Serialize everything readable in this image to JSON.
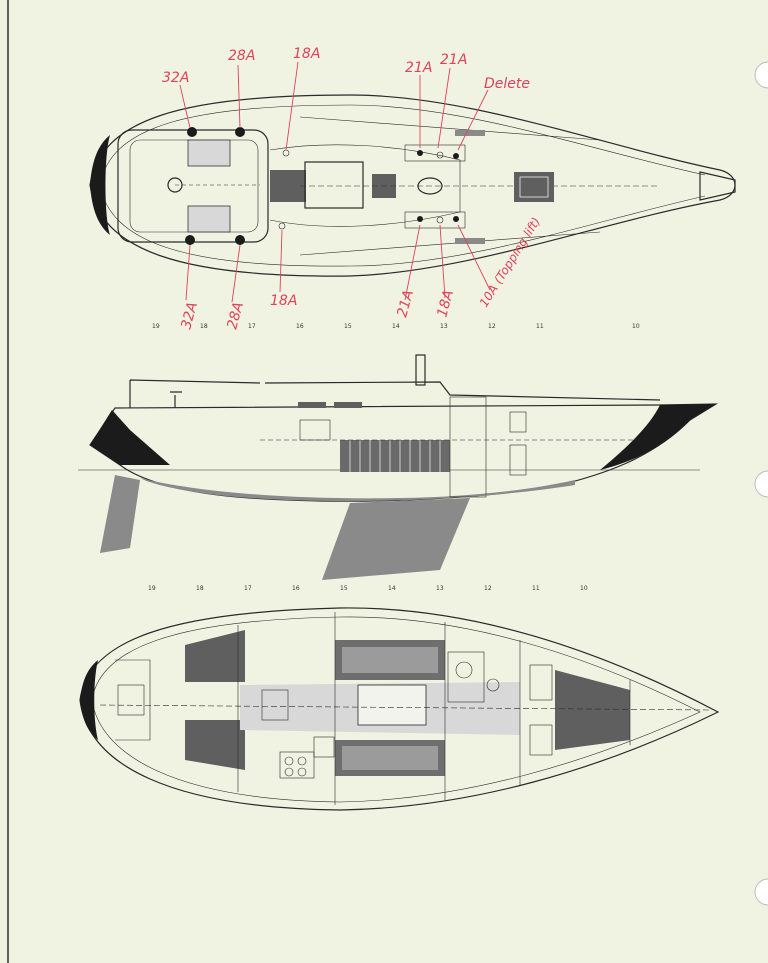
{
  "annotations": {
    "top_row": [
      {
        "label": "32A"
      },
      {
        "label": "28A"
      },
      {
        "label": "18A"
      },
      {
        "label": "21A"
      },
      {
        "label": "21A"
      },
      {
        "label": "Delete"
      }
    ],
    "bottom_row": [
      {
        "label": "32A"
      },
      {
        "label": "28A"
      },
      {
        "label": "18A"
      },
      {
        "label": "21A"
      },
      {
        "label": "18A"
      },
      {
        "label": "10A (Topping lift)"
      }
    ]
  },
  "station_labels": {
    "row1": [
      "19",
      "18",
      "17",
      "16",
      "15",
      "14",
      "13",
      "12",
      "11",
      "10"
    ],
    "row2": [
      "19",
      "18",
      "17",
      "16",
      "15",
      "14",
      "13",
      "12",
      "11",
      "10"
    ]
  },
  "colors": {
    "paper": "#f1f3e2",
    "ink": "#2a2a2a",
    "annotation": "#e0425c",
    "shade": "#8a8a8a",
    "hull_black": "#1b1b1b"
  }
}
